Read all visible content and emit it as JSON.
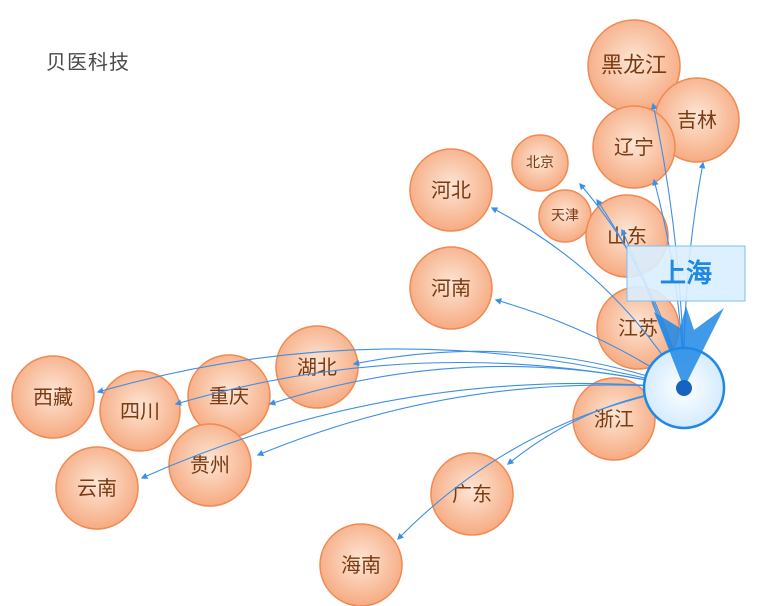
{
  "brand": {
    "title": "贝医科技"
  },
  "colors": {
    "node_fill_center": "#fde6d6",
    "node_fill_edge": "#f6ab82",
    "node_stroke": "#f08a52",
    "node_text": "#7a3a12",
    "edge": "#3d8fe6",
    "hub_fill": "#d4ebff",
    "hub_stroke": "#1e88e5",
    "hub_dot": "#1565c0",
    "hub_label_bg": "#d9eeff",
    "hub_label_border": "#7fbff2",
    "hub_label_text": "#1e88e5"
  },
  "hub": {
    "label": "上海"
  },
  "nodes": [
    {
      "id": "heilongjiang",
      "label": "黑龙江"
    },
    {
      "id": "jilin",
      "label": "吉林"
    },
    {
      "id": "liaoning",
      "label": "辽宁"
    },
    {
      "id": "beijing",
      "label": "北京"
    },
    {
      "id": "hebei",
      "label": "河北"
    },
    {
      "id": "tianjin",
      "label": "天津"
    },
    {
      "id": "shandong",
      "label": "山东"
    },
    {
      "id": "henan",
      "label": "河南"
    },
    {
      "id": "jiangsu",
      "label": "江苏"
    },
    {
      "id": "hubei",
      "label": "湖北"
    },
    {
      "id": "xizang",
      "label": "西藏"
    },
    {
      "id": "sichuan",
      "label": "四川"
    },
    {
      "id": "chongqing",
      "label": "重庆"
    },
    {
      "id": "guizhou",
      "label": "贵州"
    },
    {
      "id": "yunnan",
      "label": "云南"
    },
    {
      "id": "zhejiang",
      "label": "浙江"
    },
    {
      "id": "guangdong",
      "label": "广东"
    },
    {
      "id": "hainan",
      "label": "海南"
    }
  ]
}
